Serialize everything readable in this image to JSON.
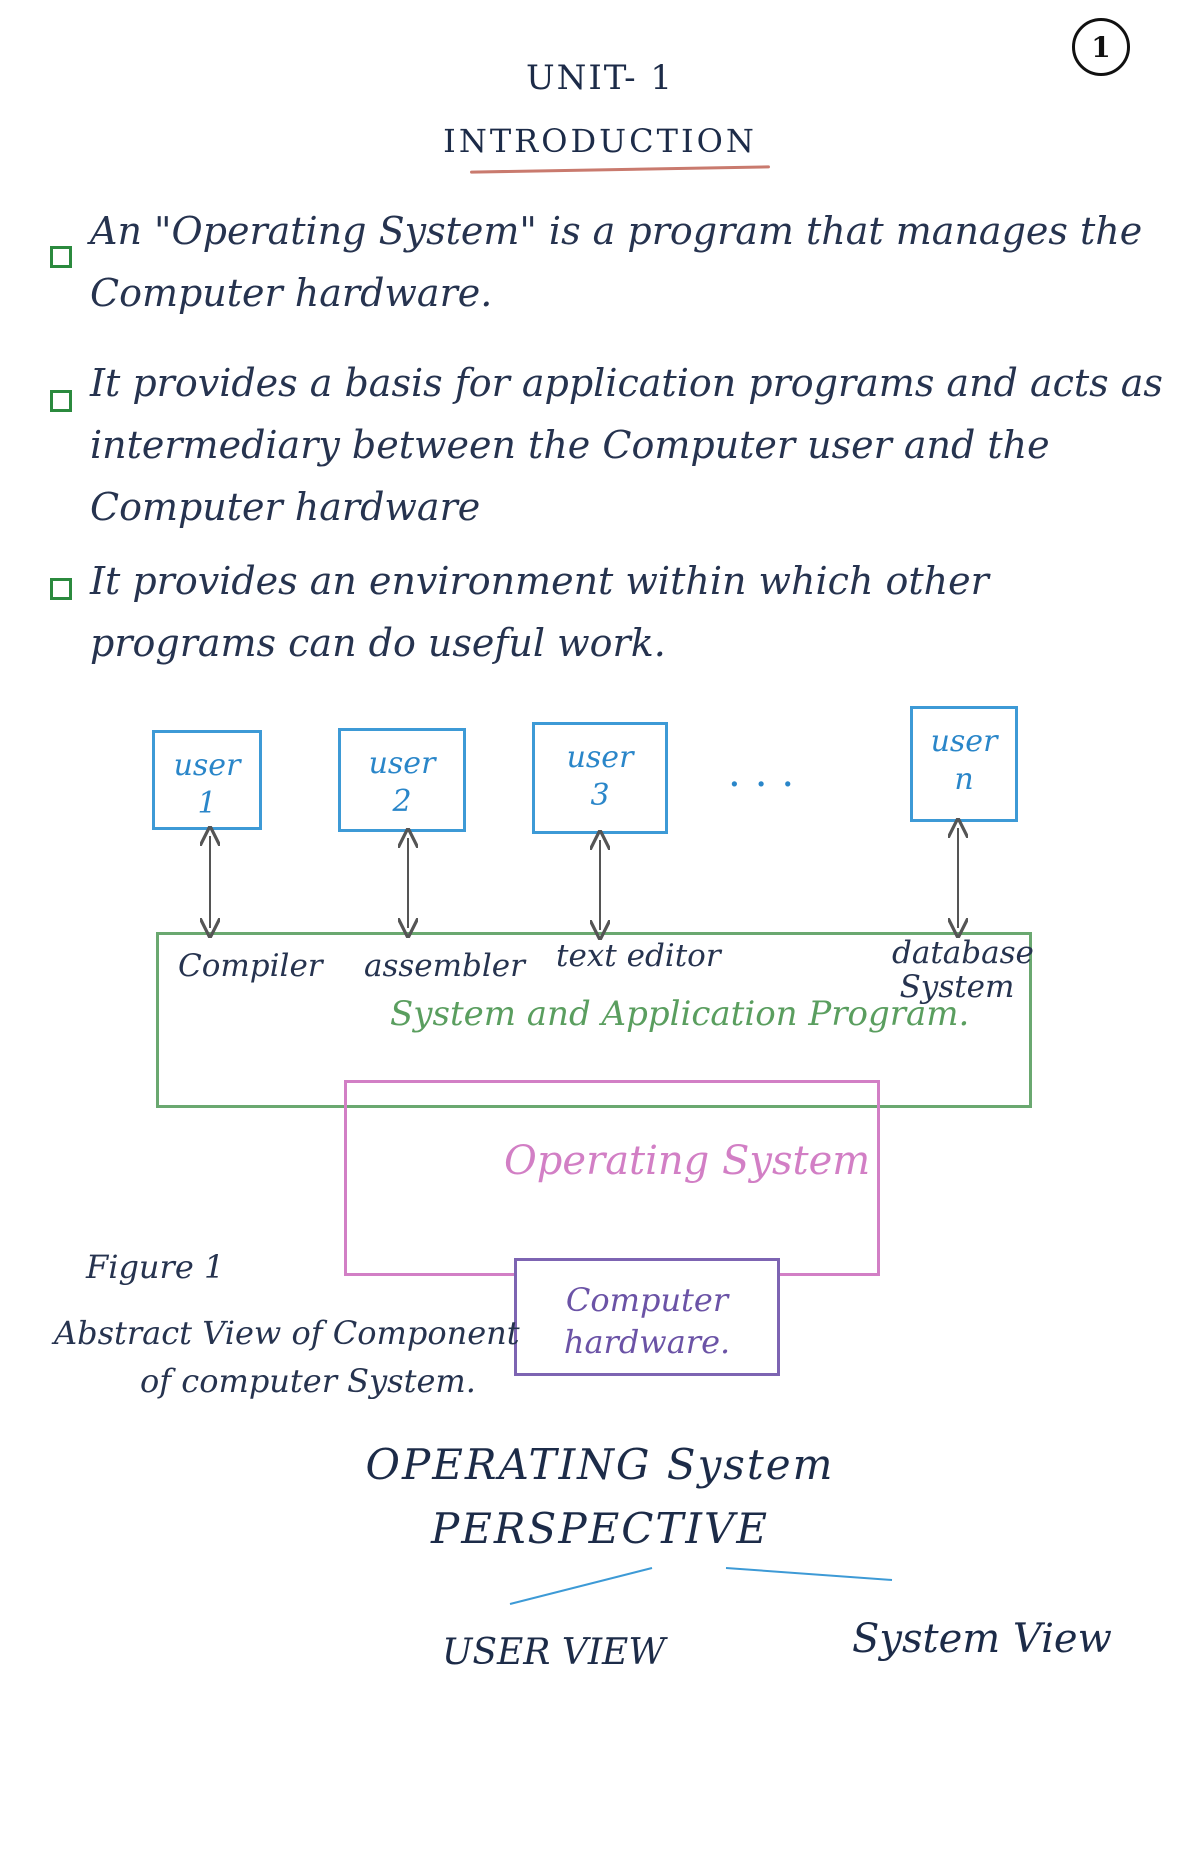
{
  "page_number": "1",
  "unit_title": "UNIT- 1",
  "section_title": "INTRODUCTION",
  "paragraphs": [
    "An \"Operating System\" is a program that manages the Computer hardware.",
    "It provides a basis for application programs and acts as intermediary between the Computer user and the Computer hardware",
    "It provides an environment within which other programs can do useful work."
  ],
  "diagram": {
    "users": [
      {
        "label": "user",
        "number": "1"
      },
      {
        "label": "user",
        "number": "2"
      },
      {
        "label": "user",
        "number": "3"
      },
      {
        "label": "user",
        "number": "n"
      }
    ],
    "ellipsis": "...",
    "tools": [
      "Compiler",
      "assembler",
      "text editor",
      "database System"
    ],
    "system_programs_label": "System and Application Program.",
    "os_label": "Operating System",
    "hardware_label_1": "Computer",
    "hardware_label_2": "hardware.",
    "figure_number": "Figure 1",
    "figure_caption_1": "Abstract View of Component",
    "figure_caption_2": "of computer System.",
    "colors": {
      "user_box": "#3d9ad6",
      "system_box": "#6aa870",
      "os_box": "#d27fc5",
      "hardware_box": "#7d64b2",
      "bullet": "#2b8a3e"
    }
  },
  "perspective": {
    "title_1": "OPERATING System",
    "title_2": "PERSPECTIVE",
    "left_view": "USER VIEW",
    "right_view": "System View"
  }
}
